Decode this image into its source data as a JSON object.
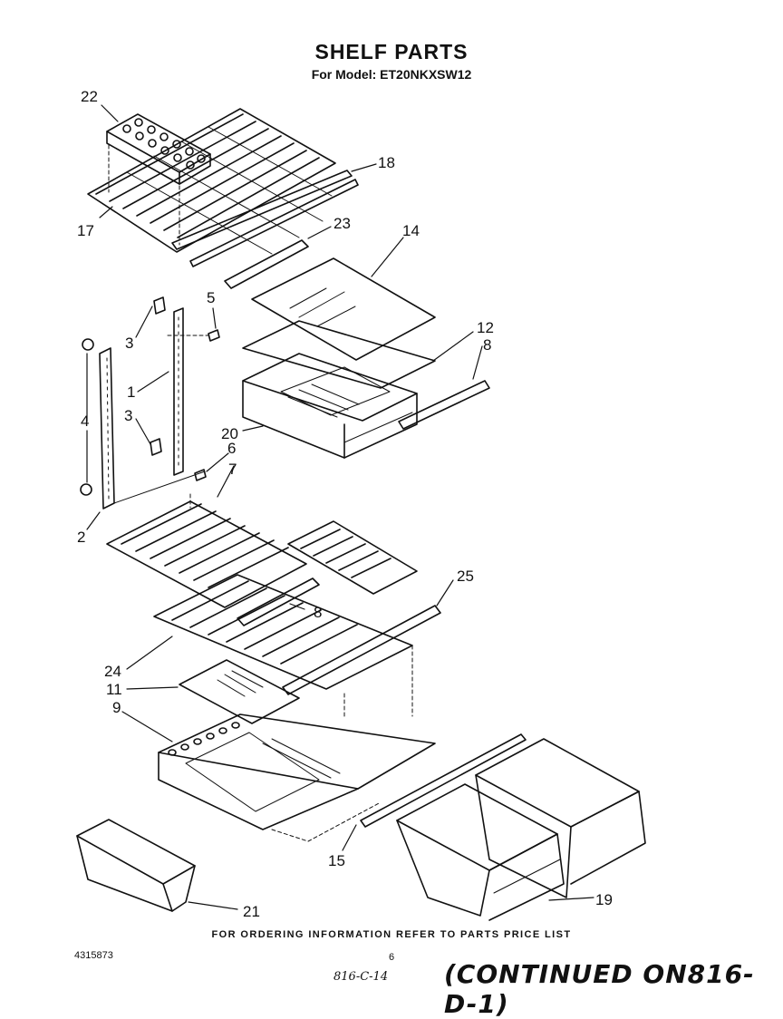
{
  "header": {
    "title": "SHELF PARTS",
    "model": "For Model: ET20NKXSW12"
  },
  "callouts": [
    "22",
    "18",
    "17",
    "23",
    "14",
    "5",
    "3",
    "12",
    "8",
    "1",
    "4",
    "3",
    "20",
    "6",
    "7",
    "2",
    "25",
    "8",
    "24",
    "11",
    "9",
    "15",
    "21",
    "19"
  ],
  "footer": {
    "ordering_note": "FOR ORDERING INFORMATION REFER TO PARTS PRICE LIST",
    "doc_number": "4315873",
    "page_number": "6",
    "handwritten_ref": "816-C-14",
    "continued": "(CONTINUED ON816-D-1)"
  }
}
